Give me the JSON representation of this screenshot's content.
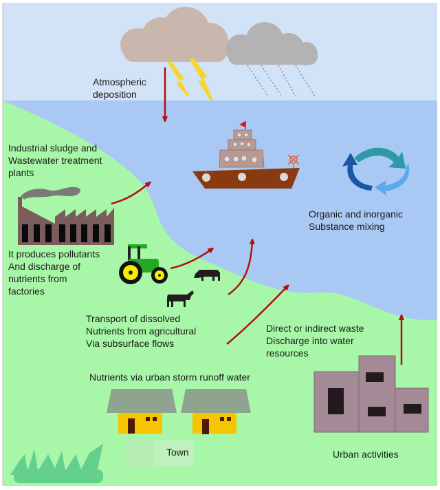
{
  "title": "Sources of nutrient pollution in water bodies",
  "colors": {
    "sky": "#d3e3f7",
    "water": "#a9c8f4",
    "land": "#a8f7a8",
    "arrow": "#b01010",
    "factory": "#7a5c5c",
    "ship_hull": "#8a3a10",
    "ship_cabin": "#b89a94",
    "building": "#a48a96",
    "house_wall": "#f7c500",
    "house_roof": "#8fa48e",
    "grass": "#64d08e",
    "tractor": "#22aa22"
  },
  "labels": {
    "atmospheric": "Atmospheric\ndeposition",
    "industrial": "Industrial sludge and\nWastewater treatment\nplants",
    "pollutants": "It produces pollutants\nAnd discharge of\nnutrients from\nfactories",
    "mixing": "Organic and inorganic\nSubstance mixing",
    "agricultural": "Transport of dissolved\nNutrients from agricultural\nVia subsurface flows",
    "direct_waste": "Direct or indirect waste\nDischarge into water\nresources",
    "urban_runoff": "Nutrients via urban storm runoff water",
    "town": "Town",
    "urban_activities": "Urban activities"
  },
  "icons": [
    "cloud-icon",
    "rain-cloud-icon",
    "lightning-icon",
    "ship-icon",
    "recycle-cycle-icon",
    "factory-icon",
    "tractor-icon",
    "cow-icon",
    "house-icon",
    "building-icon",
    "grass-icon"
  ]
}
